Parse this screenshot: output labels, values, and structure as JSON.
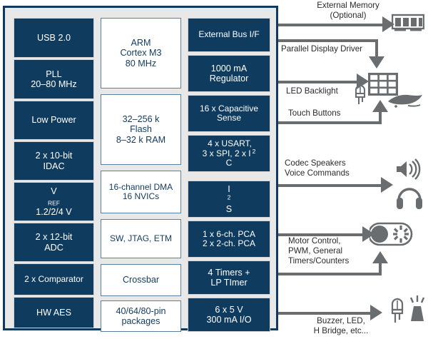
{
  "diagram": {
    "title": "Microcontroller block diagram",
    "colors": {
      "block_navy": "#0f3b5e",
      "block_white": "#ffffff",
      "chip_fill": "#e8e8e8",
      "chip_border": "#103a5d",
      "wire": "#6a6d70",
      "label_text": "#2a2a2a"
    }
  },
  "chip": {
    "left_column": [
      {
        "id": "usb",
        "label": "USB 2.0",
        "style": "navy"
      },
      {
        "id": "pll",
        "label": "PLL\n20–80 MHz",
        "style": "navy"
      },
      {
        "id": "low-power",
        "label": "Low Power",
        "style": "navy"
      },
      {
        "id": "idac",
        "label": "2 x 10-bit\nIDAC",
        "style": "navy"
      },
      {
        "id": "vref",
        "label": "V",
        "label_sub": "REF",
        "label_line2": "1.2/2/4 V",
        "style": "navy"
      },
      {
        "id": "adc",
        "label": "2 x 12-bit\nADC",
        "style": "navy"
      },
      {
        "id": "comparator",
        "label": "2 x Comparator",
        "style": "navy"
      },
      {
        "id": "hw-aes",
        "label": "HW AES",
        "style": "navy"
      }
    ],
    "middle_column": [
      {
        "id": "cpu",
        "label": "ARM\nCortex M3\n80 MHz",
        "style": "white"
      },
      {
        "id": "memory",
        "label": "32–256 k\nFlash\n8–32 k RAM",
        "style": "white"
      },
      {
        "id": "dma",
        "label": "16-channel DMA\n16 NVICs",
        "style": "white"
      },
      {
        "id": "debug",
        "label": "SW, JTAG, ETM",
        "style": "white"
      },
      {
        "id": "crossbar",
        "label": "Crossbar",
        "style": "white"
      },
      {
        "id": "packages",
        "label": "40/64/80-pin\npackages",
        "style": "white"
      }
    ],
    "right_column": [
      {
        "id": "ext-bus",
        "label": "External Bus I/F",
        "style": "navy"
      },
      {
        "id": "regulator",
        "label": "1000 mA\nRegulator",
        "style": "navy"
      },
      {
        "id": "cap-sense",
        "label": "16 x Capacitive\nSense",
        "style": "navy"
      },
      {
        "id": "serial",
        "label_pre": "4 x USART,\n3 x SPI, 2 x I",
        "label_sup": "2",
        "label_post": "C",
        "style": "navy"
      },
      {
        "id": "i2s",
        "label_pre": "I",
        "label_sup": "2",
        "label_post": "S",
        "style": "navy"
      },
      {
        "id": "pca",
        "label": "1 x 6-ch. PCA\n2 x 2-ch. PCA",
        "style": "navy"
      },
      {
        "id": "timers",
        "label": "4 Timers +\nLP TImer",
        "style": "navy"
      },
      {
        "id": "io",
        "label": "6 x 5 V\n300 mA I/O",
        "style": "navy"
      }
    ]
  },
  "peripherals": [
    {
      "id": "external-memory",
      "label": "External Memory\n(Optional)",
      "icon": "memory-module-icon",
      "direction": "out"
    },
    {
      "id": "parallel-display",
      "label": "Parallel Display Driver",
      "icon": "lcd-screen-icon",
      "direction": "out"
    },
    {
      "id": "led-backlight",
      "label": "LED Backlight",
      "icon": "led-icon",
      "direction": "out"
    },
    {
      "id": "touch-buttons",
      "label": "Touch Buttons",
      "icon": "hand-touch-icon",
      "direction": "in"
    },
    {
      "id": "codec-audio",
      "label": "Codec Speakers\nVoice Commands",
      "icon": "speaker-headphone-icon",
      "direction": "out"
    },
    {
      "id": "motor-control",
      "label": "Motor Control,\nPWM, General\nTimers/Counters",
      "icon": "motor-pulley-icon",
      "direction": "both"
    },
    {
      "id": "buzzer-led",
      "label": "Buzzer, LED,\nH Bridge, etc...",
      "icon": "led-buzzer-icon",
      "direction": "out"
    }
  ]
}
